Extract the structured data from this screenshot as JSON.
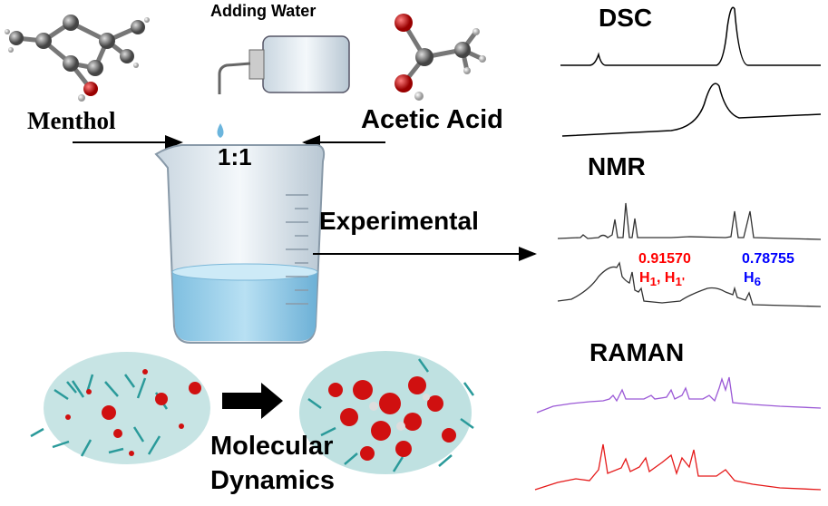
{
  "left": {
    "adding_water": "Adding Water",
    "menthol": "Menthol",
    "acetic_acid": "Acetic Acid",
    "ratio": "1:1",
    "experimental": "Experimental",
    "md_line1": "Molecular",
    "md_line2": "Dynamics"
  },
  "right": {
    "dsc_title": "DSC",
    "nmr_title": "NMR",
    "nmr_peak1_value": "0.91570",
    "nmr_peak1_label": "H",
    "nmr_peak1_sub": "1",
    "nmr_peak1_label2": ", H",
    "nmr_peak1_sub2": "1'",
    "nmr_peak2_value": "0.78755",
    "nmr_peak2_label": "H",
    "nmr_peak2_sub": "6",
    "raman_title": "RAMAN"
  },
  "colors": {
    "red": "#ff0000",
    "blue": "#0000ff",
    "purple": "#9b59d6",
    "raman_red": "#e51a1a",
    "water": "#9fd0ea"
  }
}
